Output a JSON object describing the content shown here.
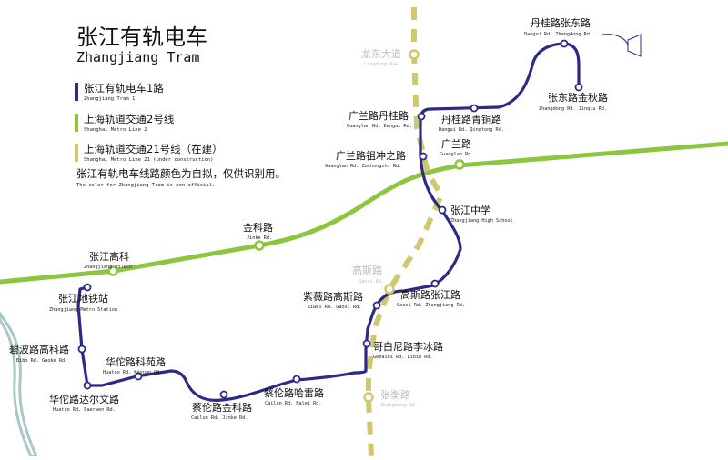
{
  "title": {
    "cn": "张江有轨电车",
    "en": "Zhangjiang Tram"
  },
  "legend": [
    {
      "cn": "张江有轨电车1路",
      "en": "Zhangjiang Tram 1",
      "color": "#2b2a85"
    },
    {
      "cn": "上海轨道交通2号线",
      "en": "Shanghai Metro Line 2",
      "color": "#8cc63e"
    },
    {
      "cn": "上海轨道交通21号线（在建）",
      "en": "Shanghai Metro Line 21 (under construction)",
      "color": "#cfc86e"
    }
  ],
  "note": {
    "cn": "张江有轨电车线路颜色为自拟，仅供识别用。",
    "en": "The color for Zhangjiang Tram is non-official."
  },
  "colors": {
    "tram": "#2b2a85",
    "line2": "#8cc63e",
    "line21": "#cfc86e",
    "water": "#a9c7c4"
  },
  "stations": [
    {
      "id": "danguizhangdong",
      "cn": "丹桂路张东路",
      "en": "Dangui Rd. Zhangdong Rd."
    },
    {
      "id": "zhangdongjinqiu",
      "cn": "张东路金秋路",
      "en": "Zhangdong Rd. Jinqiu Rd."
    },
    {
      "id": "guanglandangui",
      "cn": "广兰路丹桂路",
      "en": "Guanglan Rd. Dangui Rd."
    },
    {
      "id": "danguiqingtong",
      "cn": "丹桂路青铜路",
      "en": "Dangui Rd. Qingtong Rd."
    },
    {
      "id": "guanglanzuchongzhi",
      "cn": "广兰路祖冲之路",
      "en": "Guanglan Rd. Zuchongzhi Rd."
    },
    {
      "id": "guanglan",
      "cn": "广兰路",
      "en": "Guanglan Rd."
    },
    {
      "id": "zjhighschool",
      "cn": "张江中学",
      "en": "Zhangjiang High School"
    },
    {
      "id": "jinke",
      "cn": "金科路",
      "en": "Jinke Rd."
    },
    {
      "id": "zjhitech",
      "cn": "张江高科",
      "en": "Zhangjiang HiTech"
    },
    {
      "id": "zjmetro",
      "cn": "张江地铁站",
      "en": "Zhangjiang Metro Station"
    },
    {
      "id": "ziweigaosi",
      "cn": "紫薇路高斯路",
      "en": "Ziwei Rd. Gaosi Rd."
    },
    {
      "id": "gaosizhangjiang",
      "cn": "高斯路张江路",
      "en": "Gaosi Rd. Zhangjiang Rd."
    },
    {
      "id": "biboogaoke",
      "cn": "碧波路高科路",
      "en": "Bibo Rd. Gaoke Rd."
    },
    {
      "id": "gebainilibin",
      "cn": "哥白尼路李冰路",
      "en": "Gebaini Rd. Libin Rd."
    },
    {
      "id": "huatuokeyuan",
      "cn": "华佗路科苑路",
      "en": "Huatuo Rd. Keyuan Rd."
    },
    {
      "id": "huatuodaerwen",
      "cn": "华佗路达尔文路",
      "en": "Huatuo Rd. Daerwen Rd."
    },
    {
      "id": "cailunhalei",
      "cn": "蔡伦路哈雷路",
      "en": "Cailun Rd. Halei Rd."
    },
    {
      "id": "cailunjinke",
      "cn": "蔡伦路金科路",
      "en": "Cailun Rd. Jinke Rd."
    }
  ],
  "line21_stations": [
    {
      "id": "longdong",
      "cn": "龙东大道",
      "en": "Longdong Ave."
    },
    {
      "id": "gaosi",
      "cn": "高斯路",
      "en": "Gaosi Rd."
    },
    {
      "id": "zhangheng",
      "cn": "张衡路",
      "en": "Zhangheng Rd."
    }
  ]
}
